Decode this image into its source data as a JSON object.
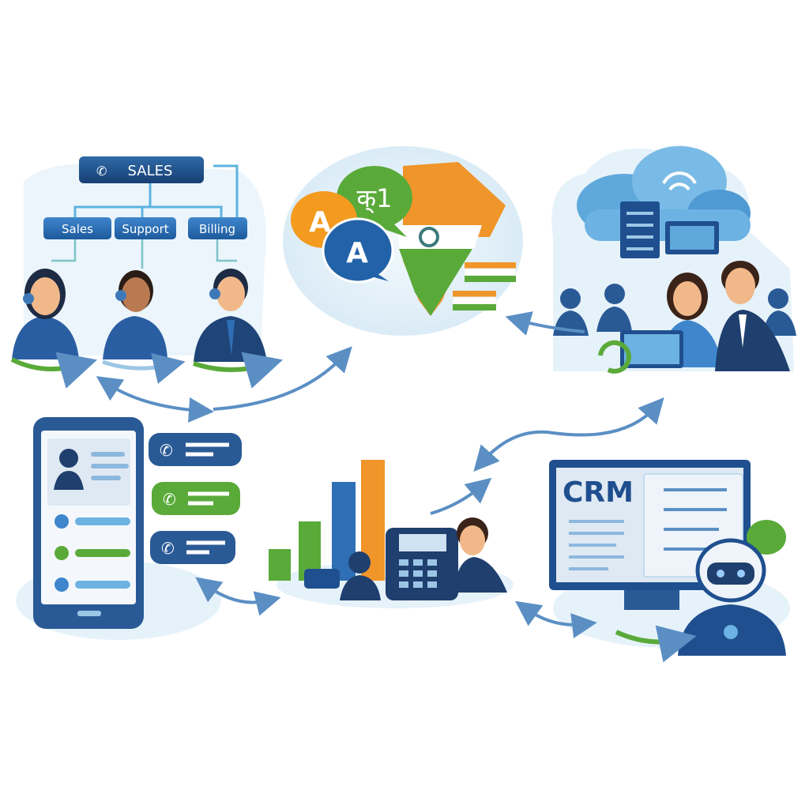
{
  "routing": {
    "header": "SALES",
    "departments": [
      "Sales",
      "Support",
      "Billing"
    ]
  },
  "language": {
    "bubble_1": "A",
    "bubble_2": "A",
    "bubble_3": "क्1"
  },
  "crm": {
    "title": "CRM"
  },
  "colors": {
    "navy": "#1f4f8f",
    "blue": "#2e6fb5",
    "green": "#5aaa3a",
    "orange": "#f0952a",
    "light_bg": "#e8f3fa"
  }
}
